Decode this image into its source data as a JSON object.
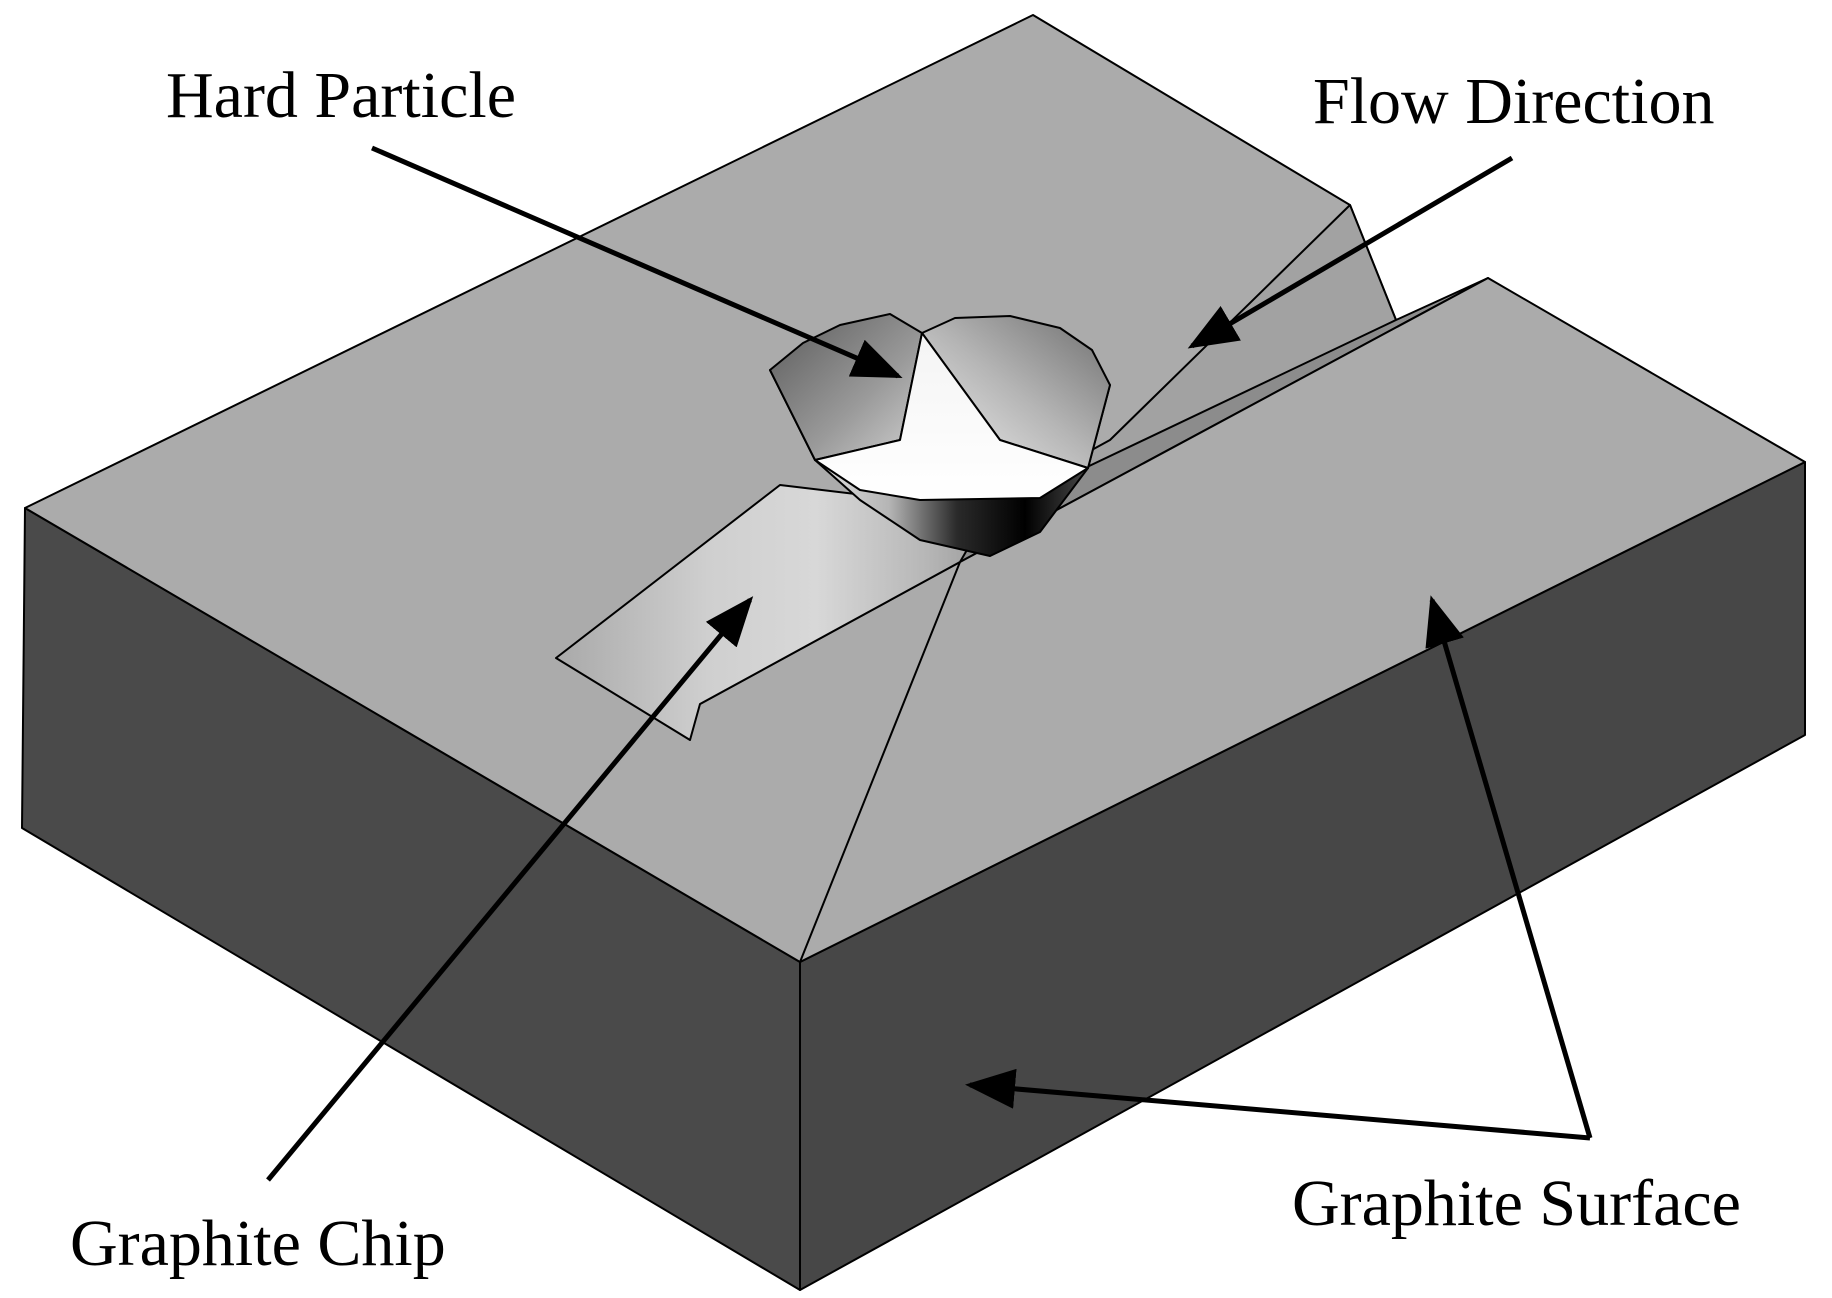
{
  "labels": {
    "hard_particle": "Hard Particle",
    "flow_direction": "Flow Direction",
    "graphite_chip": "Graphite Chip",
    "graphite_surface": "Graphite Surface"
  },
  "colors": {
    "background": "#ffffff",
    "top_face": "#ababab",
    "side_face": "#4a4a4a",
    "groove_floor": "#a2a2a2",
    "groove_wall": "#8c8c8c",
    "outline": "#000000"
  }
}
